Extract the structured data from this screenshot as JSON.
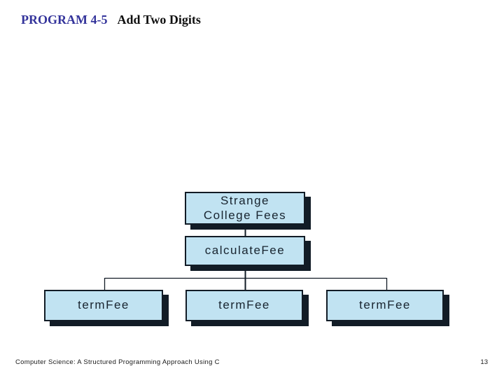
{
  "header": {
    "program_label": "PROGRAM 4-5",
    "title": "Add Two Digits"
  },
  "diagram": {
    "root": {
      "label": "Strange\nCollege Fees"
    },
    "calculate": {
      "label": "calculateFee"
    },
    "leaves": [
      {
        "label": "termFee"
      },
      {
        "label": "termFee"
      },
      {
        "label": "termFee"
      }
    ]
  },
  "footer": {
    "credit": "Computer Science: A Structured Programming Approach Using C",
    "page_number": "13"
  },
  "colors": {
    "title_accent": "#34349b",
    "box_fill": "#c1e3f2",
    "box_border": "#121c26",
    "box_text": "#18242f",
    "connector": "#121c26"
  }
}
